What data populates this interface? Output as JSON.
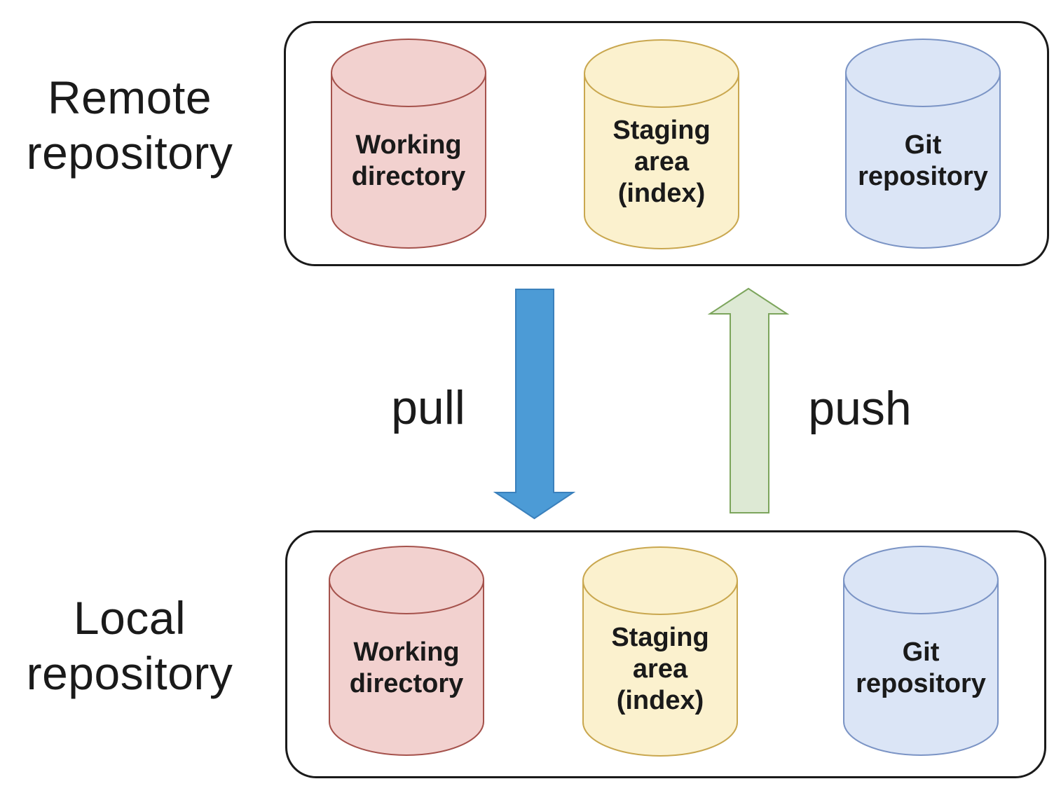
{
  "colors": {
    "text": "#1a1a1a",
    "box_border": "#1a1a1a",
    "pink_fill": "#f2d1cf",
    "pink_stroke": "#a5524c",
    "yellow_fill": "#fbf1ce",
    "yellow_stroke": "#c9a74f",
    "blue_fill": "#dbe5f6",
    "blue_stroke": "#7b94c5",
    "arrow_pull_fill": "#4c9bd6",
    "arrow_pull_stroke": "#3a80bc",
    "arrow_push_fill": "#dde9d4",
    "arrow_push_stroke": "#7ca55c"
  },
  "labels": {
    "remote_line1": "Remote",
    "remote_line2": "repository",
    "local_line1": "Local",
    "local_line2": "repository",
    "pull": "pull",
    "push": "push"
  },
  "remote_box": {
    "cylinders": [
      {
        "name": "working-directory",
        "color": "pink",
        "lines": [
          "Working",
          "directory"
        ]
      },
      {
        "name": "staging-area",
        "color": "yellow",
        "lines": [
          "Staging",
          "area",
          "(index)"
        ]
      },
      {
        "name": "git-repository",
        "color": "blue",
        "lines": [
          "Git",
          "repository"
        ]
      }
    ]
  },
  "local_box": {
    "cylinders": [
      {
        "name": "working-directory",
        "color": "pink",
        "lines": [
          "Working",
          "directory"
        ]
      },
      {
        "name": "staging-area",
        "color": "yellow",
        "lines": [
          "Staging",
          "area",
          "(index)"
        ]
      },
      {
        "name": "git-repository",
        "color": "blue",
        "lines": [
          "Git",
          "repository"
        ]
      }
    ]
  }
}
